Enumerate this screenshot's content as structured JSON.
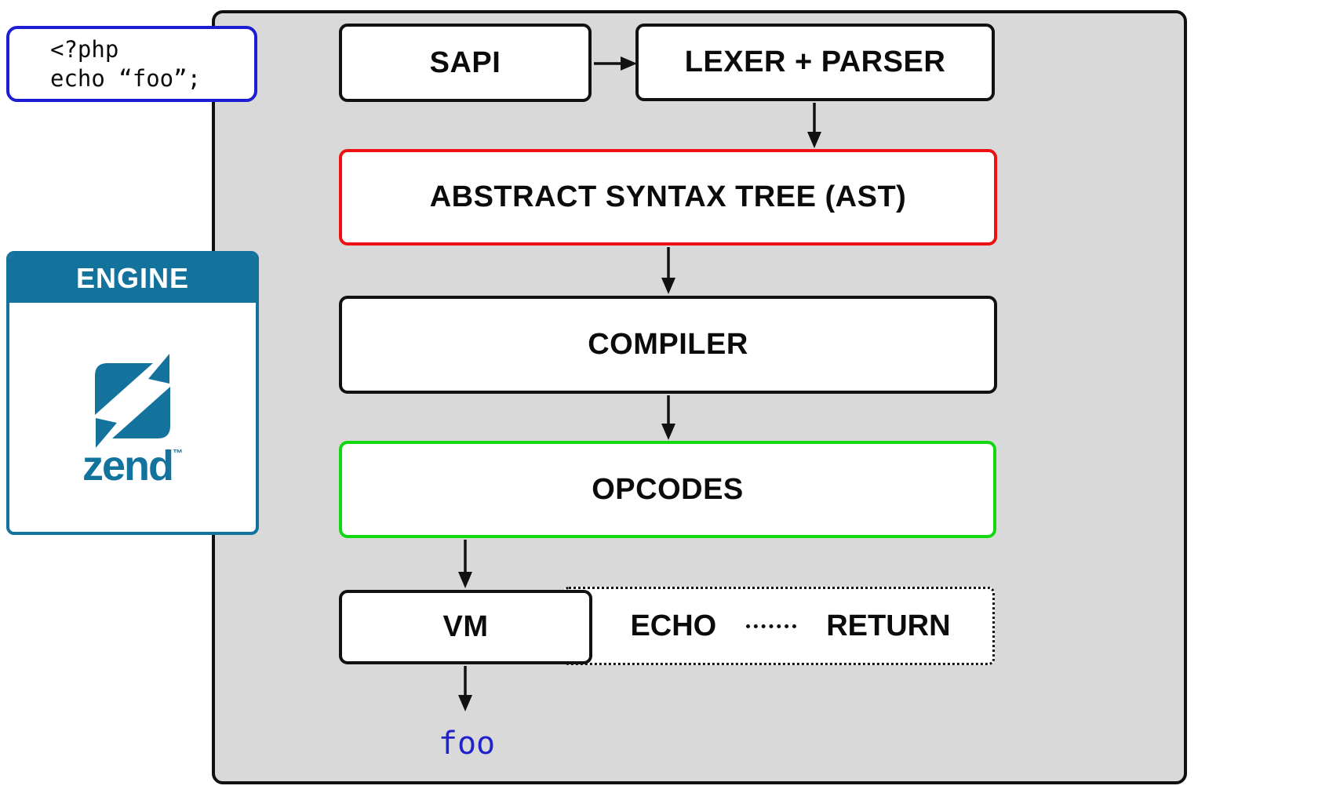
{
  "source_code": {
    "lines": [
      "<?php",
      "echo “foo”;"
    ]
  },
  "engine": {
    "header": "ENGINE",
    "wordmark": "zend",
    "trademark": "™"
  },
  "nodes": {
    "sapi": "SAPI",
    "lexer_parser": "LEXER + PARSER",
    "ast": "ABSTRACT SYNTAX TREE (AST)",
    "compiler": "COMPILER",
    "opcodes": "OPCODES",
    "vm": "VM",
    "echo_op": "ECHO",
    "return_op": "RETURN"
  },
  "output": {
    "value": "foo"
  },
  "colors": {
    "container_bg": "#d9d9d9",
    "line_black": "#111111",
    "code_blue": "#1d1dd3",
    "ast_red": "#ee1111",
    "opcodes_green": "#12d812",
    "engine_teal": "#14739d",
    "output_blue": "#2222cc",
    "box_white": "#ffffff"
  }
}
